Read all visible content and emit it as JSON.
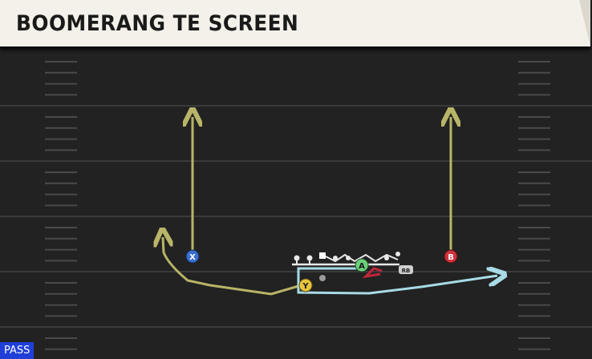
{
  "play": {
    "title": "BOOMERANG TE SCREEN",
    "type_badge": "PASS"
  },
  "players": {
    "x": "X",
    "b": "B",
    "a": "A",
    "y": "Y",
    "rb": "RB"
  },
  "colors": {
    "field": "#222222",
    "yard_line": "#3a3a3a",
    "hash": "#4a4a4a",
    "route_yellow": "#b9b568",
    "route_blue": "#a8dbe6",
    "route_white": "#e8e8e8",
    "route_red": "#c0263a",
    "player_blue": "#3a6fd0",
    "player_red": "#d0323d",
    "player_green": "#6bd07a",
    "player_yellow": "#e8c43d",
    "badge_blue": "#1f3fd8"
  }
}
